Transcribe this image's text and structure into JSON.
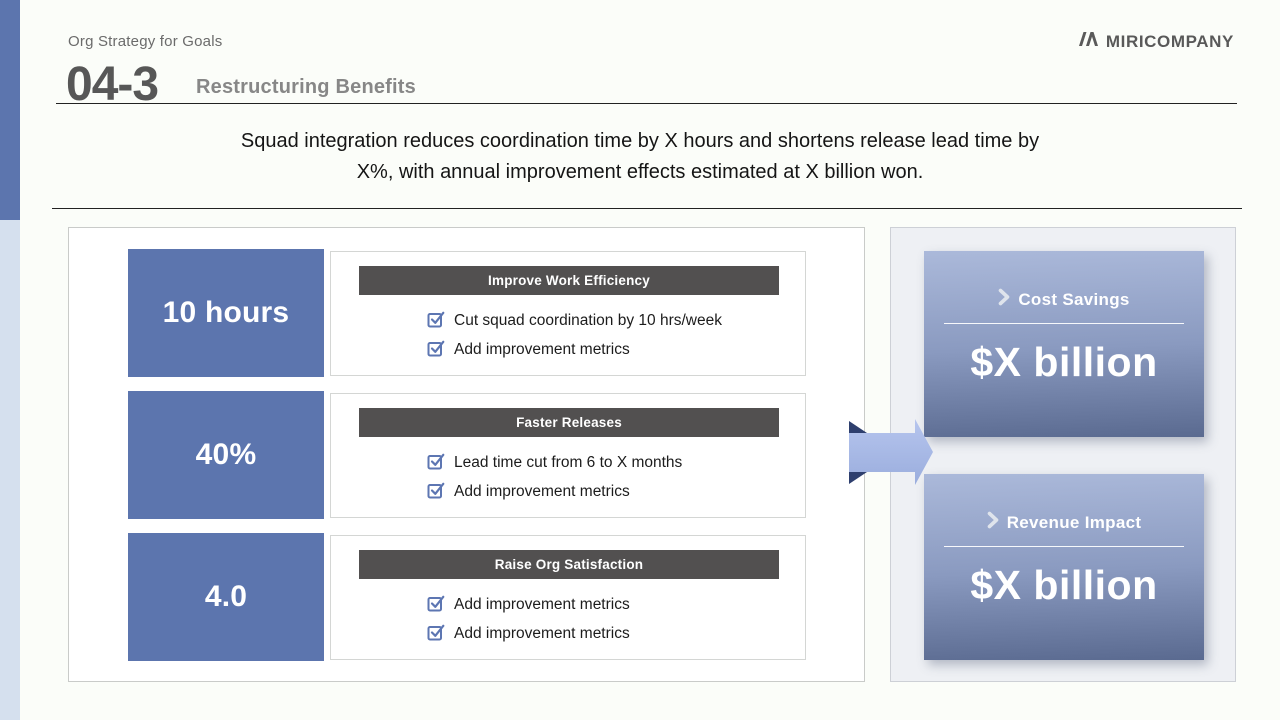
{
  "colors": {
    "page-bg": "#fbfdf9",
    "accent-blue": "#5c75ae",
    "accent-blue-light": "#d5e0ee",
    "header-bar": "#525050",
    "result-grad-top": "#abb9da",
    "result-grad-bottom": "#5a6a90",
    "arrow-body": "#a9bce8",
    "arrow-fold": "#2e3f6e"
  },
  "header": {
    "eyebrow": "Org Strategy for Goals",
    "section_number": "04-3",
    "section_title": "Restructuring Benefits",
    "logo_text": "MIRICOMPANY",
    "logo_icon": "mountain-slashes-icon"
  },
  "subtitle": {
    "line1": "Squad integration reduces coordination time by X hours and shortens release lead time by",
    "line2": "X%, with annual improvement effects estimated at X billion won."
  },
  "benefits": {
    "rows": [
      {
        "metric": "10 hours",
        "title": "Improve Work Efficiency",
        "items": [
          "Cut squad coordination by 10 hrs/week",
          "Add improvement metrics"
        ]
      },
      {
        "metric": "40%",
        "title": "Faster Releases",
        "items": [
          "Lead time cut from 6 to X months",
          "Add improvement metrics"
        ]
      },
      {
        "metric": "4.0",
        "title": "Raise Org Satisfaction",
        "items": [
          "Add improvement metrics",
          "Add improvement metrics"
        ]
      }
    ]
  },
  "results": {
    "cards": [
      {
        "label": "Cost Savings",
        "value": "$X billion"
      },
      {
        "label": "Revenue Impact",
        "value": "$X billion"
      }
    ]
  }
}
